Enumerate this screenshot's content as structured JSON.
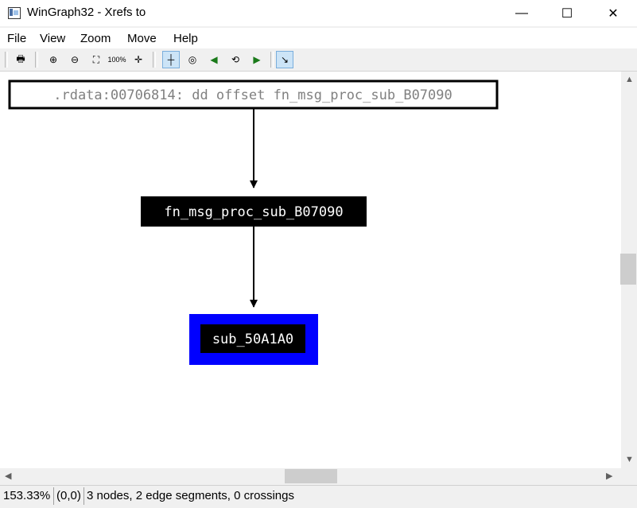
{
  "window": {
    "title": "WinGraph32 - Xrefs to",
    "minimize_glyph": "—",
    "maximize_glyph": "☐",
    "close_glyph": "✕"
  },
  "menu": [
    "File",
    "View",
    "Zoom",
    "Move",
    "Help"
  ],
  "toolbar": {
    "buttons": [
      {
        "icon": "print-icon",
        "glyph": "🖶",
        "pressed": false
      },
      {
        "icon": "zoom-in-icon",
        "glyph": "⊕",
        "pressed": false
      },
      {
        "icon": "zoom-out-icon",
        "glyph": "⊖",
        "pressed": false
      },
      {
        "icon": "fit-window-icon",
        "glyph": "⛶",
        "pressed": false
      },
      {
        "icon": "zoom-100-icon",
        "glyph": "100%",
        "pressed": false
      },
      {
        "icon": "center-icon",
        "glyph": "✛",
        "pressed": false
      },
      {
        "icon": "move-mode-icon",
        "glyph": "┼",
        "pressed": true
      },
      {
        "icon": "go-start-icon",
        "glyph": "◎",
        "pressed": false
      },
      {
        "icon": "go-left-icon",
        "glyph": "◀",
        "pressed": false
      },
      {
        "icon": "go-around-icon",
        "glyph": "⟲",
        "pressed": false
      },
      {
        "icon": "go-right-icon",
        "glyph": "▶",
        "pressed": false
      },
      {
        "icon": "follow-edge-icon",
        "glyph": "↘",
        "pressed": true
      }
    ]
  },
  "graph": {
    "nodes": [
      {
        "label": ".rdata:00706814: dd offset fn_msg_proc_sub_B07090",
        "style": "white-box",
        "text_color": "#808080",
        "fill": "#ffffff",
        "border": "#000000"
      },
      {
        "label": "fn_msg_proc_sub_B07090",
        "style": "dark-box",
        "text_color": "#ffffff",
        "fill": "#000000",
        "border": "#000000"
      },
      {
        "label": "sub_50A1A0",
        "style": "highlighted-box",
        "text_color": "#ffffff",
        "fill": "#000000",
        "border": "#0000ff"
      }
    ],
    "edges": [
      {
        "from": 0,
        "to": 1
      },
      {
        "from": 1,
        "to": 2
      }
    ]
  },
  "scrollbars": {
    "up": "▲",
    "down": "▼",
    "left": "◀",
    "right": "▶"
  },
  "status": {
    "zoom": "153.33%",
    "position": "(0,0)",
    "info": "3 nodes, 2 edge segments, 0 crossings"
  }
}
